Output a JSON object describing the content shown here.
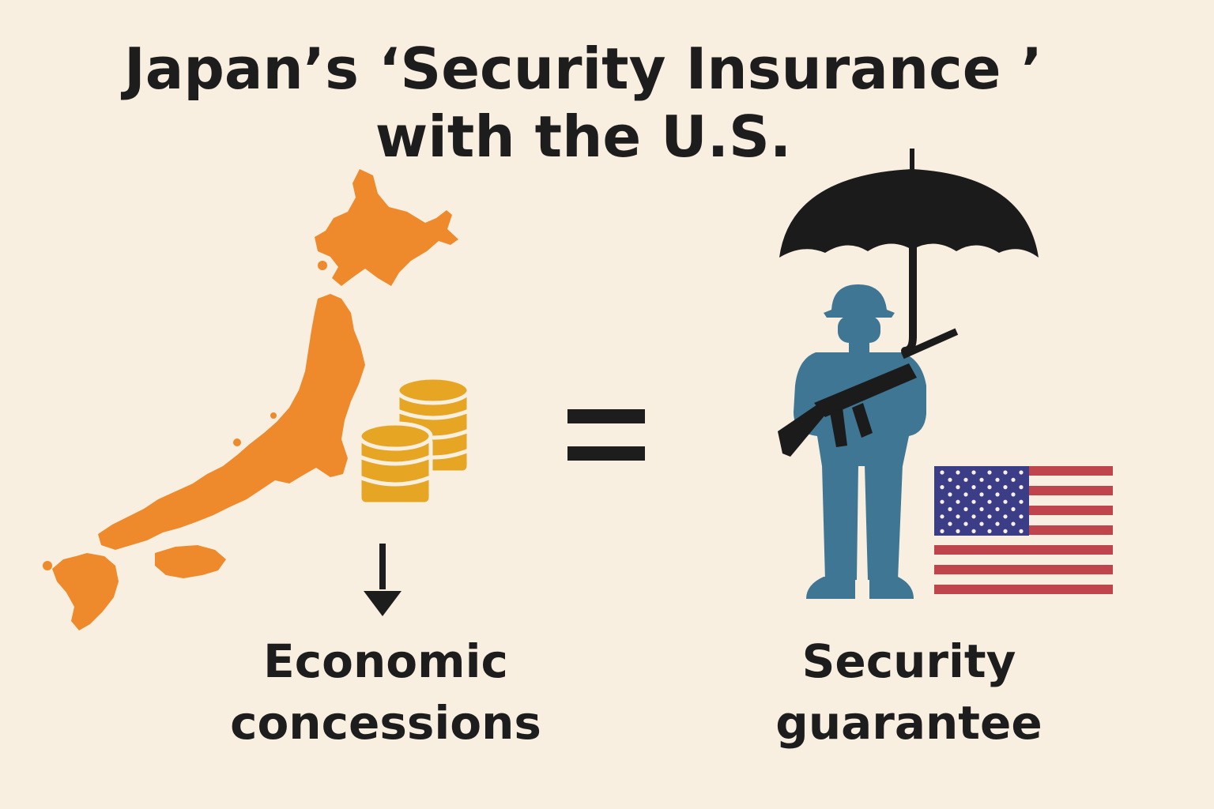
{
  "title": {
    "line1": "Japan’s ‘Security Insurance ’",
    "line2": "with the U.S."
  },
  "left": {
    "caption_line1": "Economic",
    "caption_line2": "concessions",
    "icons": [
      "japan-map-icon",
      "coin-stack-icon",
      "down-arrow-icon"
    ]
  },
  "right": {
    "caption_line1": "Security",
    "caption_line2": "guarantee",
    "icons": [
      "umbrella-icon",
      "soldier-icon",
      "rifle-icon",
      "us-flag-icon"
    ]
  },
  "connector": "equals-sign-icon",
  "colors": {
    "background": "#f8efe0",
    "japan": "#ee8a2c",
    "coins": "#e6a623",
    "soldier": "#3f7694",
    "umbrella": "#1b1b1b",
    "flag_red": "#c0444c",
    "flag_blue": "#3b3d86",
    "text": "#1d1d1d"
  }
}
